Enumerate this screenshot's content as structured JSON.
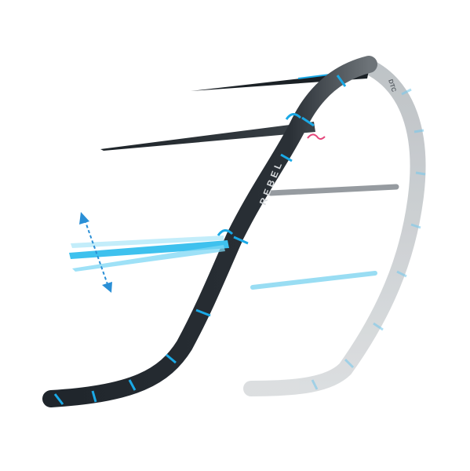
{
  "image": {
    "subject": "kite-leading-edge-frame-illustration",
    "colors": {
      "background": "#ffffff",
      "frame_dark": "#1f252b",
      "frame_ghost": "#c9cdd0",
      "accent_blue": "#1aa9e6",
      "accent_light_blue": "#5fd0f2",
      "arrow_blue": "#2a8fd6",
      "logo_pink": "#e5467b"
    },
    "text": {
      "brand_mark": "REBEL",
      "brand_small": "DTC"
    },
    "icons": {
      "adjust_arrow": "double-headed-vertical-arrow-icon"
    }
  }
}
